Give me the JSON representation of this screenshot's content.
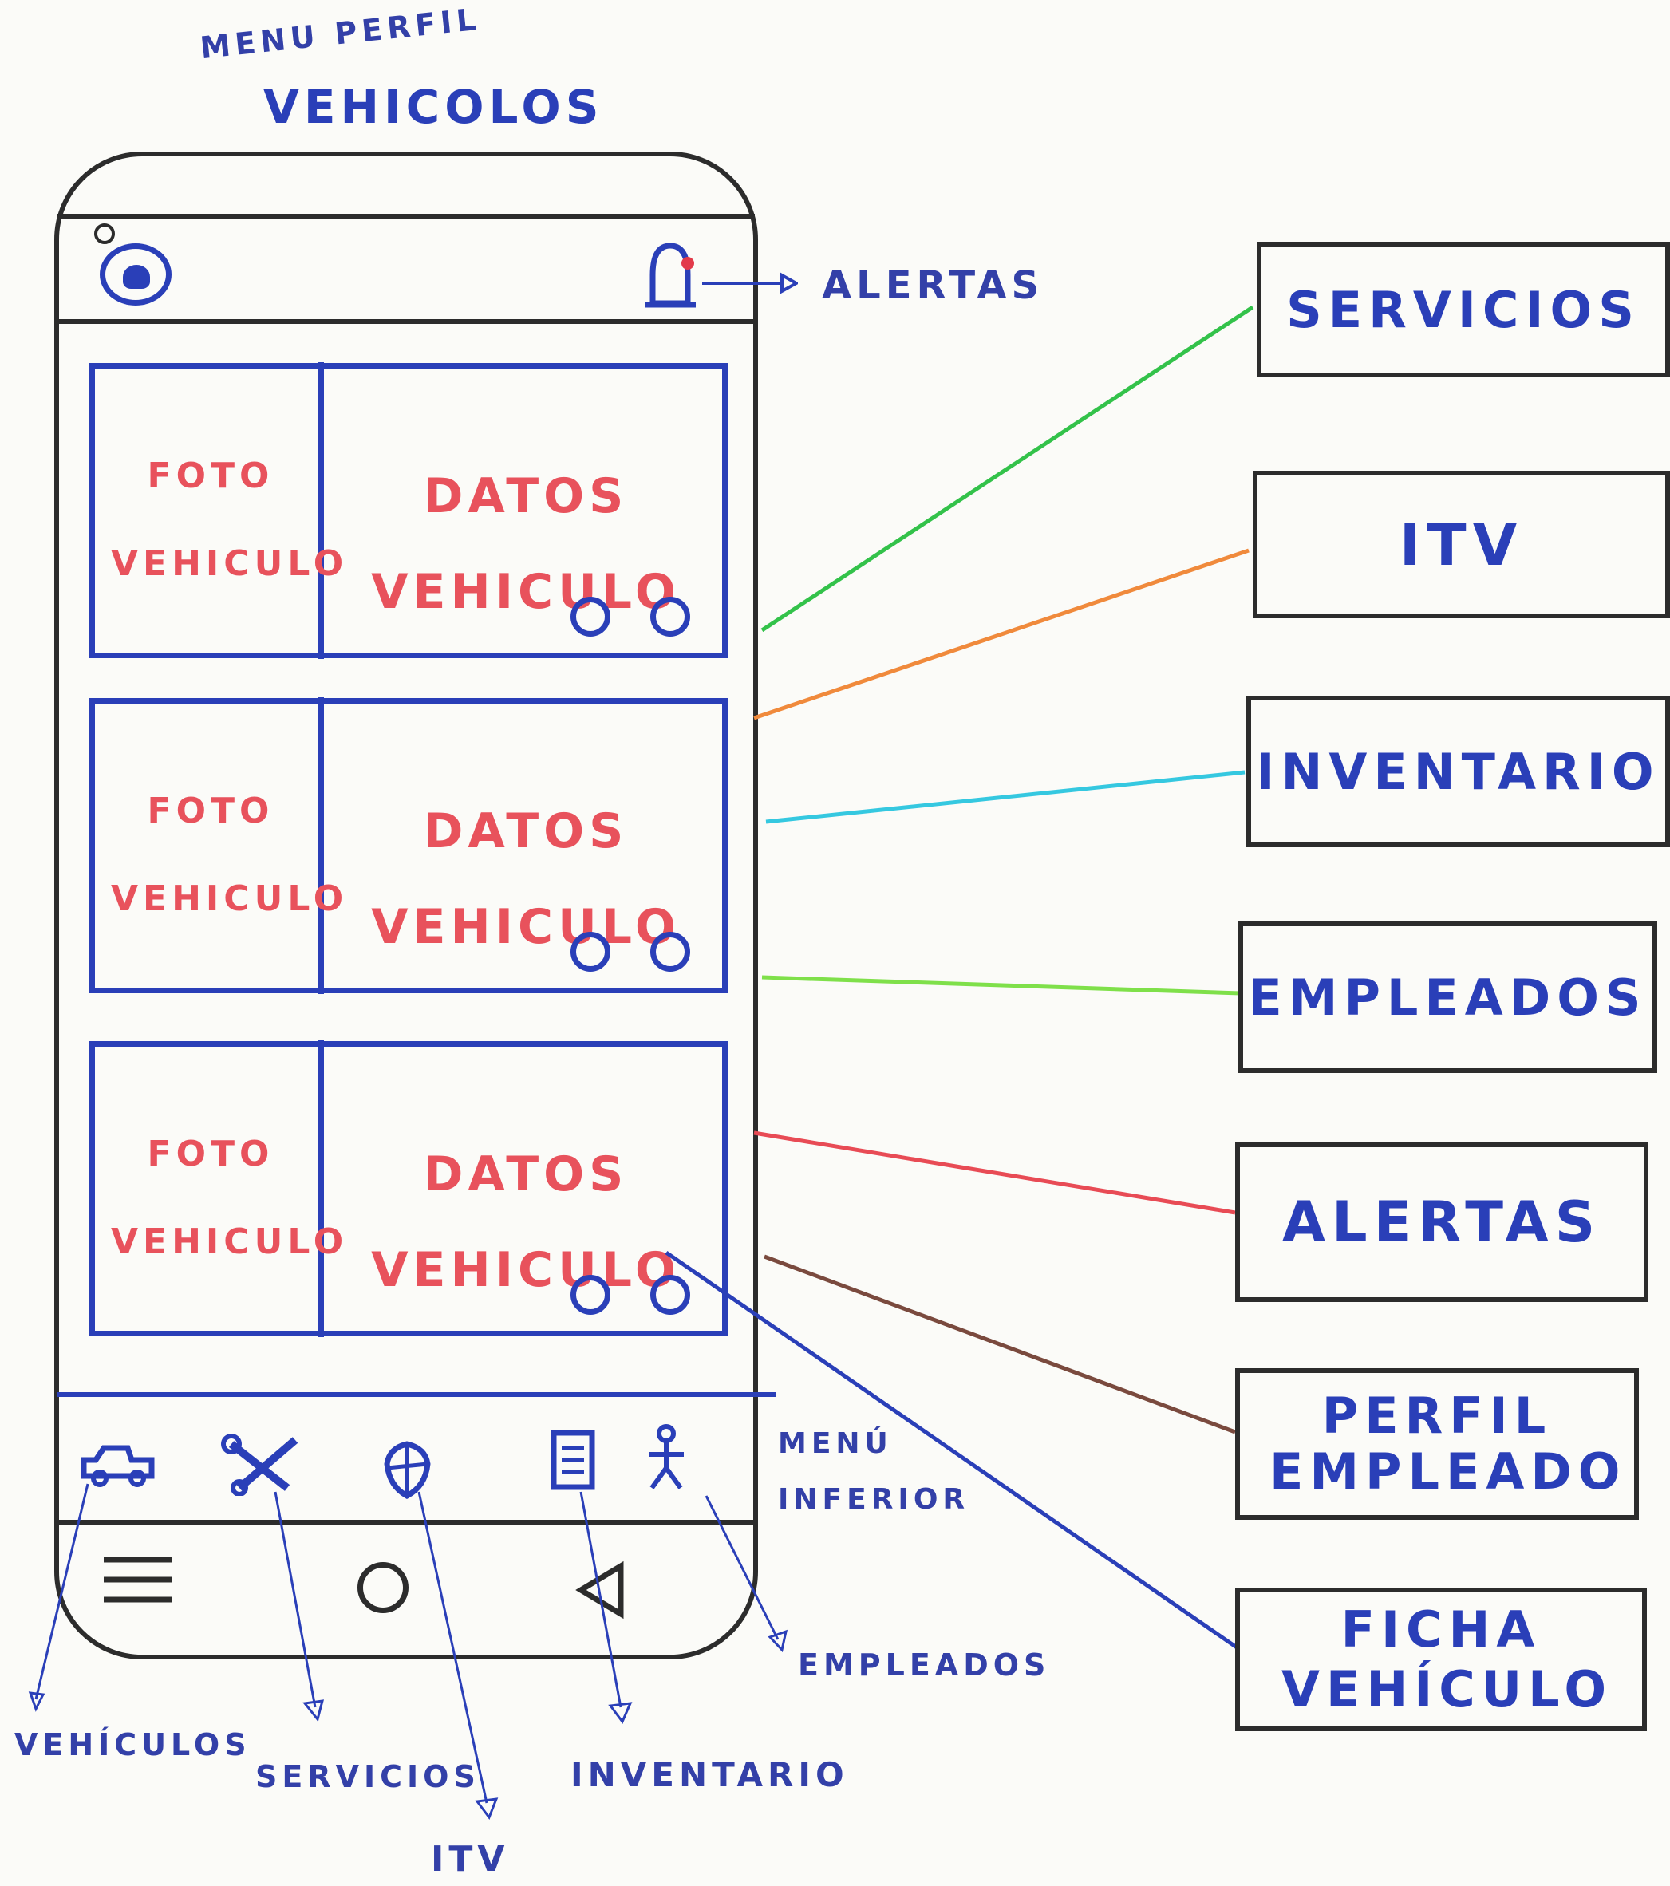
{
  "header": {
    "annotation_menu_perfil": "MENU PERFIL",
    "title": "VEHICOLOS"
  },
  "top_bar": {
    "alerts_annotation": "ALERTAS"
  },
  "cards": [
    {
      "photo_line1": "FOTO",
      "photo_line2": "VEHICULO",
      "data_line1": "DATOS",
      "data_line2": "VEHICULO"
    },
    {
      "photo_line1": "FOTO",
      "photo_line2": "VEHICULO",
      "data_line1": "DATOS",
      "data_line2": "VEHICULO"
    },
    {
      "photo_line1": "FOTO",
      "photo_line2": "VEHICULO",
      "data_line1": "DATOS",
      "data_line2": "VEHICULO"
    }
  ],
  "bottom_menu_annotation": "MENÚ INFERIOR",
  "bottom_nav_labels": [
    "VEHÍCULOS",
    "SERVICIOS",
    "ITV",
    "INVENTARIO",
    "EMPLEADOS"
  ],
  "screens": [
    "SERVICIOS",
    "ITV",
    "INVENTARIO",
    "EMPLEADOS",
    "ALERTAS",
    "PERFIL EMPLEADO",
    "FICHA VEHÍCULO"
  ],
  "colors": {
    "ink_blue": "#2a3fb8",
    "ink_red": "#e8525c",
    "ink_black": "#2c2c2c",
    "link_servicios": "#33c24a",
    "link_itv": "#f08a3c",
    "link_inventario": "#35c8e0",
    "link_empleados": "#7fe04a",
    "link_alertas": "#e84b55",
    "link_perfil": "#7a4a3e",
    "link_ficha": "#2a3fb8"
  }
}
